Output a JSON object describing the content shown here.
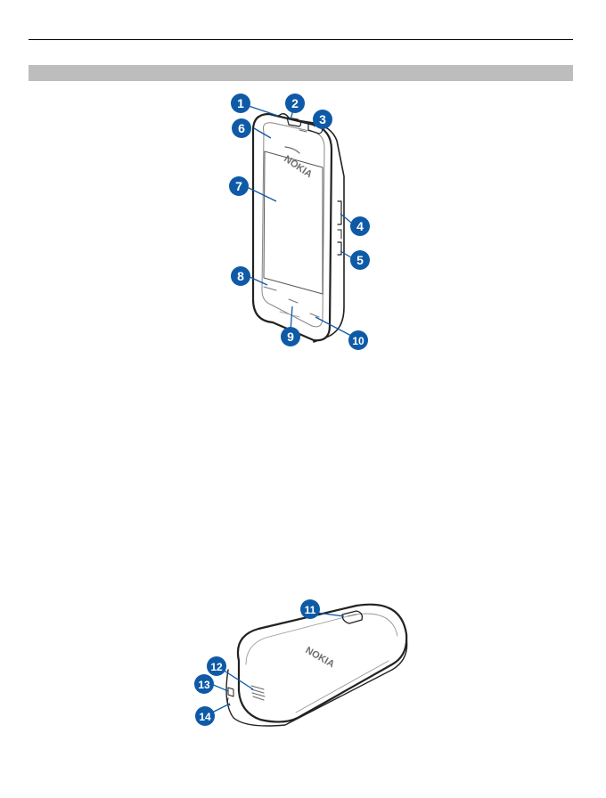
{
  "brand_front": "NOKIA",
  "brand_back": "NOKIA",
  "callouts_front": [
    "1",
    "2",
    "3",
    "4",
    "5",
    "6",
    "7",
    "8",
    "9",
    "10"
  ],
  "callouts_back": [
    "11",
    "12",
    "13",
    "14"
  ],
  "colors": {
    "callout": "#0e5aa7",
    "rule": "#000000",
    "section_bar": "#bdbdbd",
    "device_outline": "#222222"
  }
}
